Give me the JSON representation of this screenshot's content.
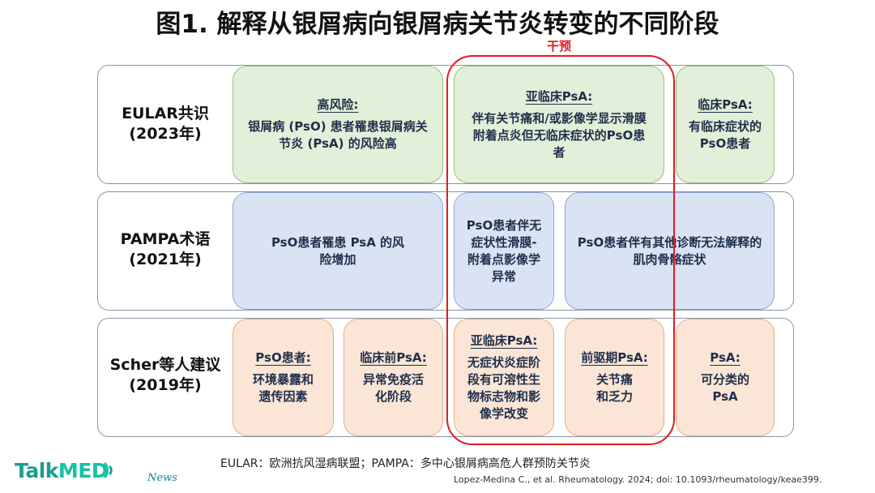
{
  "title": "图1. 解释从银屑病向银屑病关节炎转变的不同阶段",
  "intervention_label": "干预",
  "rows": {
    "eular": {
      "label_line1": "EULAR共识",
      "label_line2": "(2023年)",
      "high_risk": {
        "heading": "高风险:",
        "text": "银屑病 (PsO) 患者罹患银屑病关节炎 (PsA) 的风险高"
      },
      "subclinical": {
        "heading": "亚临床PsA:",
        "text": "伴有关节痛和/或影像学显示滑膜附着点炎但无临床症状的PsO患者"
      },
      "clinical": {
        "heading": "临床PsA:",
        "text": "有临床症状的PsO患者"
      }
    },
    "pampa": {
      "label_line1": "PAMPA术语",
      "label_line2": "(2021年)",
      "risk": "PsO患者罹患 PsA 的风险增加",
      "asymptomatic": "PsO患者伴无症状性滑膜-附着点影像学异常",
      "msk": "PsO患者伴有其他诊断无法解释的肌肉骨骼症状"
    },
    "scher": {
      "label_line1": "Scher等人建议",
      "label_line2": "(2019年)",
      "pso": {
        "heading": "PsO患者:",
        "text": "环境暴露和遗传因素"
      },
      "preclinical": {
        "heading": "临床前PsA:",
        "text": "异常免疫活化阶段"
      },
      "subclinical": {
        "heading": "亚临床PsA:",
        "text": "无症状炎症阶段有可溶性生物标志物和影像学改变"
      },
      "prodromal": {
        "heading": "前驱期PsA:",
        "text": "关节痛和乏力"
      },
      "psa": {
        "heading": "PsA:",
        "text": "可分类的PsA"
      }
    }
  },
  "footnote": "EULAR：欧洲抗风湿病联盟；PAMPA：多中心银屑病高危人群预防关节炎",
  "citation": "Lopez-Medina C., et al. Rheumatology. 2024; doi: 10.1093/rheumatology/keae399.",
  "logo": {
    "talk": "Talk",
    "me": "MED",
    "news": "News"
  },
  "colors": {
    "green_fill": "#e2efd9",
    "blue_fill": "#dae3f3",
    "orange_fill": "#fbe5d6",
    "red_frame": "#e21b1b",
    "text_dark": "#1f2f4a",
    "logo": "#1a9e8f"
  }
}
